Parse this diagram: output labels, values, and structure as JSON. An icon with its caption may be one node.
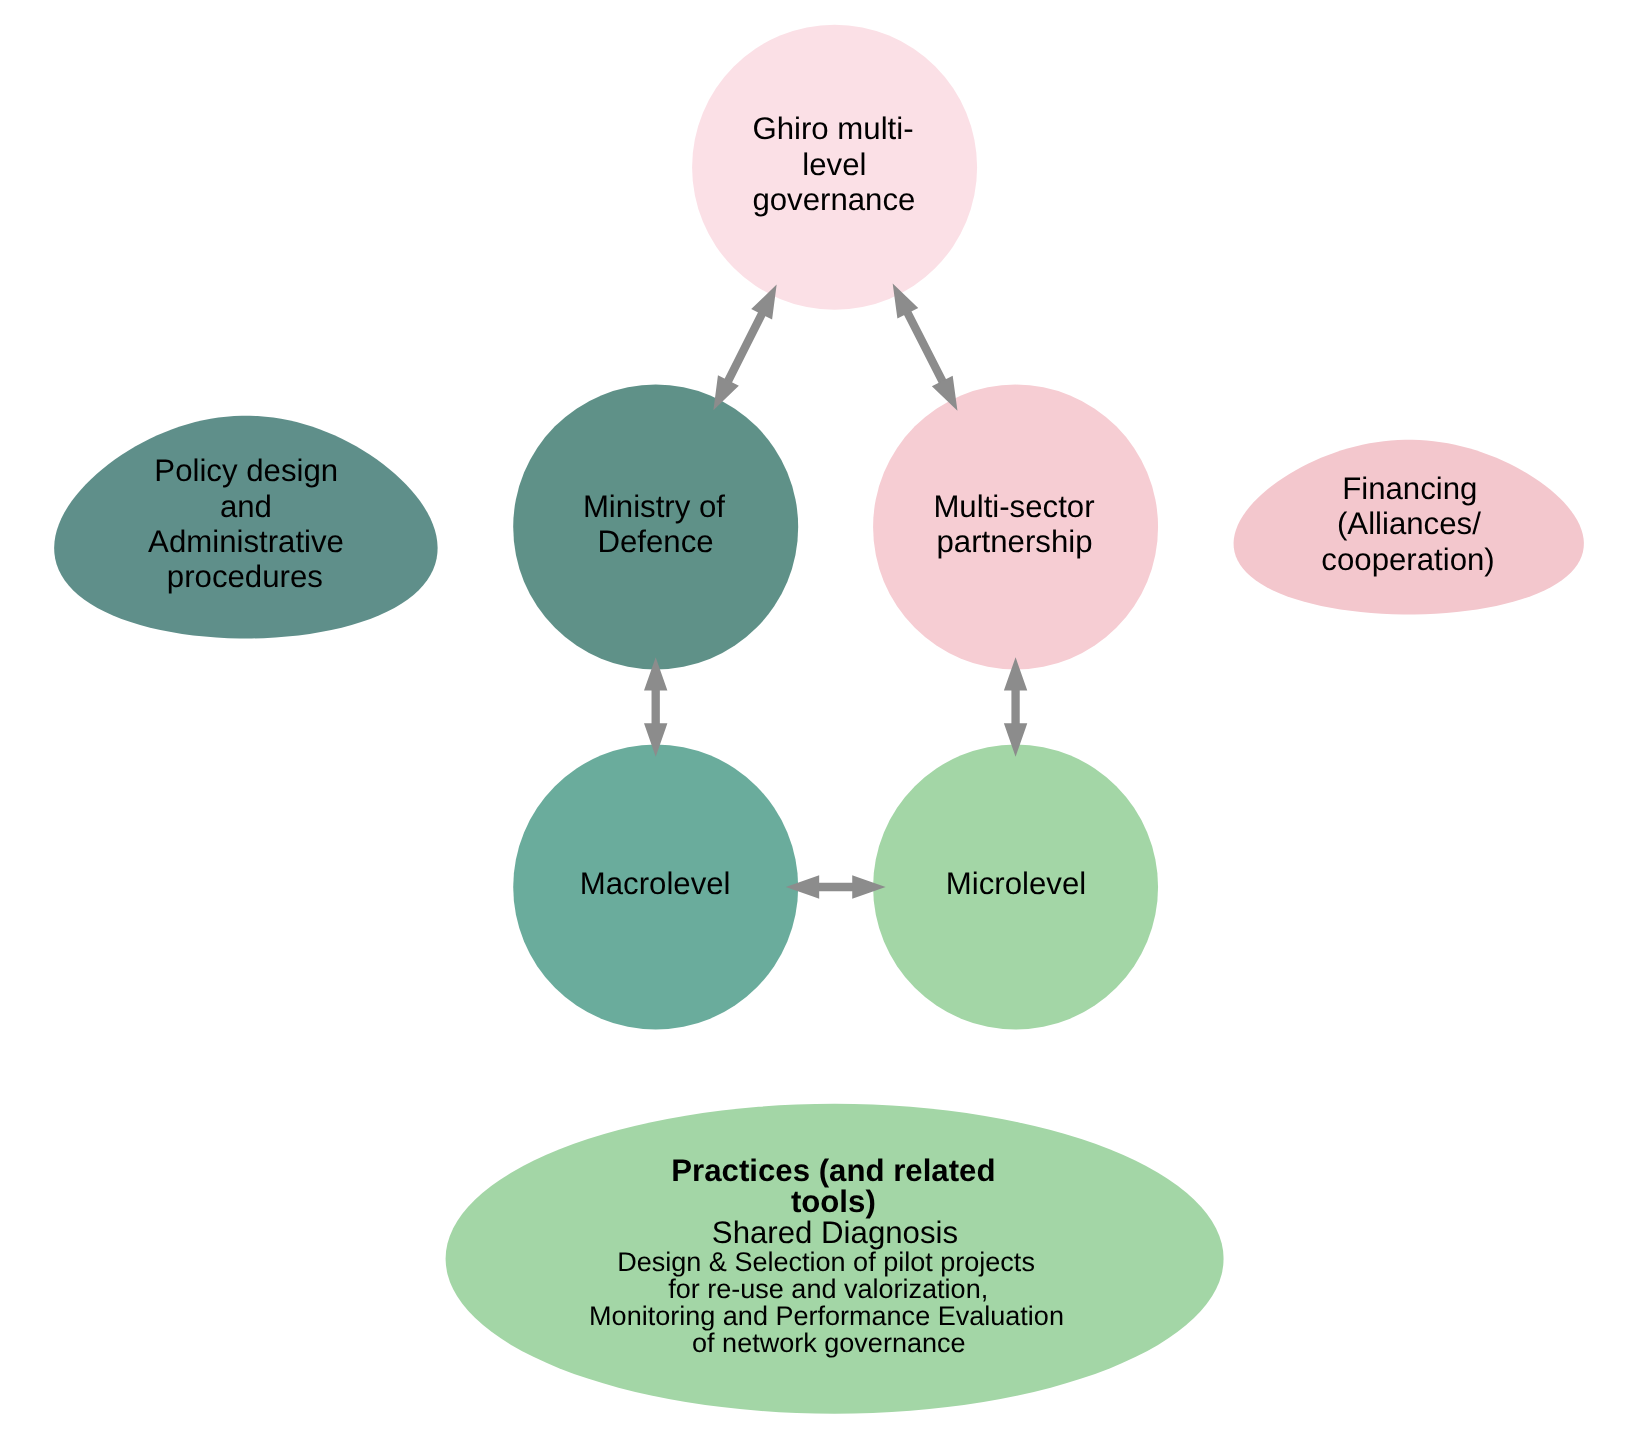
{
  "diagram": {
    "nodes": [
      {
        "text": [
          "Ghiro multi-level governance"
        ]
      },
      {
        "text": [
          "Multi-sector partnership"
        ]
      },
      {
        "text": [
          "Ministry of Defence"
        ]
      },
      {
        "text": [
          "Macrolevel"
        ]
      },
      {
        "text": [
          "Microlevel"
        ]
      },
      {
        "text": [
          "Policy design and Administrative procedures"
        ]
      },
      {
        "text": [
          "Financing (Alliances/ cooperation)"
        ]
      },
      {
        "text": [
          "Practices (and related tools)",
          "Shared Diagnosis",
          "Design & Selection of pilot projects for re-use and valorization, Monitoring and Performance Evaluation of network governance"
        ]
      }
    ],
    "edges": [
      {
        "from": 2,
        "to": 0,
        "arrow": "both"
      },
      {
        "from": 0,
        "to": 1,
        "arrow": "both"
      },
      {
        "from": 2,
        "to": 3,
        "arrow": "both"
      },
      {
        "from": 1,
        "to": 4,
        "arrow": "both"
      },
      {
        "from": 3,
        "to": 4,
        "arrow": "both"
      }
    ]
  }
}
